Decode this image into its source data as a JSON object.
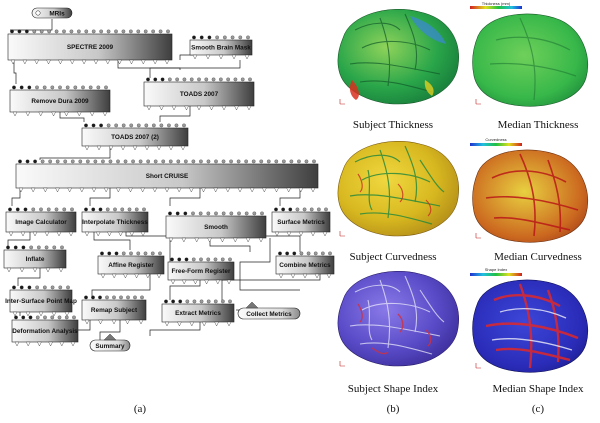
{
  "pipeline": {
    "start_node": "MRIs",
    "nodes": {
      "spectre": "SPECTRE 2009",
      "smooth_brain_mask": "Smooth Brain Mask",
      "remove_dura": "Remove Dura 2009",
      "toads_2007": "TOADS 2007",
      "toads_2007_2": "TOADS 2007 (2)",
      "short_cruise": "Short CRUISE",
      "image_calculator": "Image Calculator",
      "interpolate_thickness": "Interpolate Thickness",
      "smooth": "Smooth",
      "surface_metrics": "Surface Metrics",
      "inflate": "Inflate",
      "affine_register": "Affine Register",
      "free_form_register": "Free-Form Register",
      "combine_metrics": "Combine Metrics",
      "inter_surface_point_map": "Inter-Surface Point Map",
      "remap_subject": "Remap Subject",
      "extract_metrics": "Extract Metrics",
      "collect_metrics": "Collect Metrics",
      "deformation_analysis": "Deformation Analysis",
      "summary": "Summary"
    }
  },
  "renders": {
    "subject_thickness": "Subject Thickness",
    "median_thickness": "Median Thickness",
    "subject_curvedness": "Subject Curvedness",
    "median_curvedness": "Median Curvedness",
    "subject_shape_index": "Subject Shape Index",
    "median_shape_index": "Median Shape Index",
    "colorbar_thickness": "Thickness (mm)",
    "colorbar_curvedness": "Curvedness",
    "colorbar_shape_index": "Shape Index"
  },
  "panel_labels": {
    "a": "(a)",
    "b": "(b)",
    "c": "(c)"
  },
  "colors": {
    "node_light": "#f4f4f4",
    "node_dark": "#4a4a4a",
    "thickness_base": "#2aa64a",
    "curvedness_base": "#e0c020",
    "shape_index_base": "#5a4cc8"
  }
}
